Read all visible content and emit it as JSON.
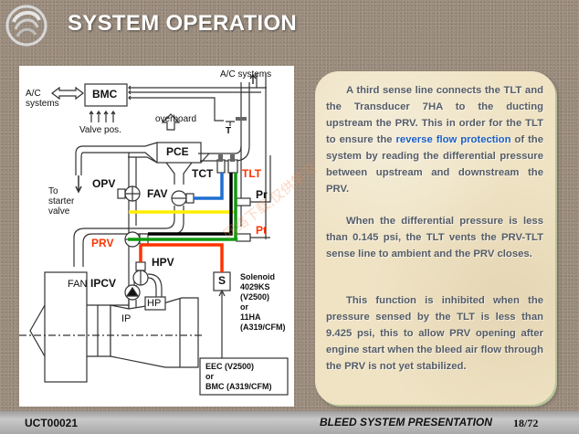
{
  "header": {
    "title": "SYSTEM OPERATION",
    "logo_icon": "company-swirl-logo-icon"
  },
  "diagram": {
    "labels": {
      "ac_systems_left": "A/C\nsystems",
      "bmc": "BMC",
      "valve_pos": "Valve pos.",
      "overboard": "overboard",
      "ac_systems_top": "A/C systems",
      "t_sensor": "T",
      "pce": "PCE",
      "tct": "TCT",
      "tlt": "TLT",
      "opv": "OPV",
      "fav": "FAV",
      "to_starter_valve": "To\nstarter\nvalve",
      "pr": "Pr",
      "pt": "Pt",
      "prv": "PRV",
      "hpv": "HPV",
      "fan": "FAN",
      "ipcv": "IPCV",
      "ip": "IP",
      "hp": "HP",
      "s": "S",
      "solenoid": "Solenoid\n4029KS\n(V2500)\nor\n11HA\n(A319/CFM)",
      "controller": "EEC (V2500)\nor\nBMC (A319/CFM)"
    },
    "line_colors": {
      "tct_line": "#1e6fd0",
      "pr_line": "#ffee00",
      "tlt_black_line": "#000000",
      "tlt_green_line": "#119911",
      "solenoid_line": "#ff3300",
      "highlight_label": "#ff3300"
    }
  },
  "text_panel": {
    "paragraph1": {
      "before": "A third sense line connects the TLT and the Transducer 7HA to the ducting upstream the PRV. This in order for the TLT to ensure the ",
      "highlight": "reverse flow protection",
      "after": " of the system by reading the differential pressure between upstream and downstream the PRV."
    },
    "paragraph2": "When the differential pressure is less than 0.145 psi, the TLT vents the PRV-TLT sense line to ambient and the PRV closes.",
    "paragraph3": "This function is inhibited when the pressure sensed by the TLT is less than 9.425 psi, this to allow PRV opening after engine start when the bleed air flow through the PRV is not yet stabilized.",
    "highlight_color": "#1a5fc8"
  },
  "watermark": "网络下载,仅供学习",
  "footer": {
    "course_code": "UCT00021",
    "presentation_title": "BLEED SYSTEM PRESENTATION",
    "page": "18/72"
  }
}
